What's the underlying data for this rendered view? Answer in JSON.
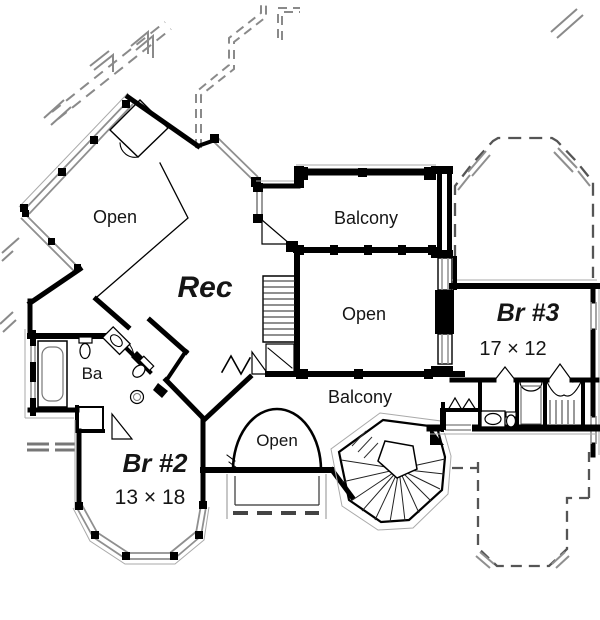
{
  "page": {
    "type": "architectural-floor-plan",
    "background": "#ffffff"
  },
  "plan": {
    "colors": {
      "wall": "#000000",
      "secondary_wall": "#2d2d2d",
      "window_line": "#8f8f8f",
      "roof_dash": "#8a8a8a",
      "label_text": "#151515"
    },
    "rooms": [
      {
        "id": "open-upper-left",
        "label": "Open"
      },
      {
        "id": "balcony-top",
        "label": "Balcony"
      },
      {
        "id": "rec-room",
        "label": "Rec"
      },
      {
        "id": "open-center",
        "label": "Open"
      },
      {
        "id": "bedroom-3",
        "label": "Br #3",
        "size": "17 × 12"
      },
      {
        "id": "bath",
        "label": "Ba"
      },
      {
        "id": "balcony-lower",
        "label": "Balcony"
      },
      {
        "id": "open-arch",
        "label": "Open"
      },
      {
        "id": "bedroom-2",
        "label": "Br #2",
        "size": "13 × 18"
      }
    ]
  }
}
